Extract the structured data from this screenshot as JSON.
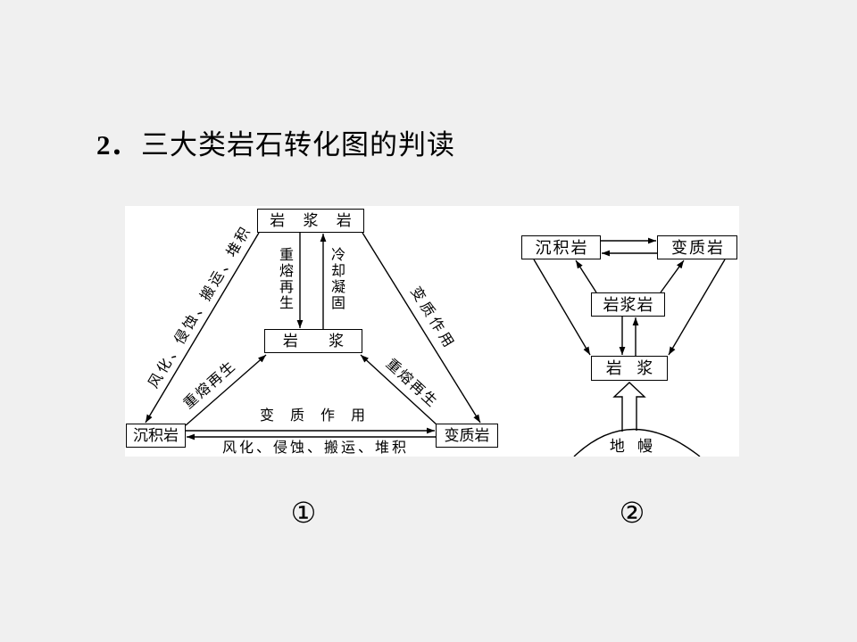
{
  "slide": {
    "title_number": "2．",
    "title_text": "三大类岩石转化图的判读"
  },
  "diagram_1": {
    "caption": "①",
    "boxes": {
      "magmatic_rock": "岩 浆 岩",
      "magma": "岩 浆",
      "sedimentary_rock": "沉积岩",
      "metamorphic_rock": "变质岩"
    },
    "labels": {
      "remelt_down": "重熔再生",
      "cooling_up": "冷却凝固",
      "weathering_left": "风化、侵蚀、搬运、堆积",
      "metamorphism_right": "变质作用",
      "remelt_left": "重熔再生",
      "remelt_right": "重熔再生",
      "metamorphism_bottom": "变 质 作 用",
      "weathering_bottom": "风化、侵蚀、搬运、堆积"
    }
  },
  "diagram_2": {
    "caption": "②",
    "boxes": {
      "sedimentary_rock": "沉积岩",
      "metamorphic_rock": "变质岩",
      "magmatic_rock": "岩浆岩",
      "magma": "岩 浆"
    },
    "labels": {
      "mantle": "地 幔"
    }
  },
  "colors": {
    "background": "#f0f0f0",
    "panel": "#ffffff",
    "ink": "#000000"
  }
}
